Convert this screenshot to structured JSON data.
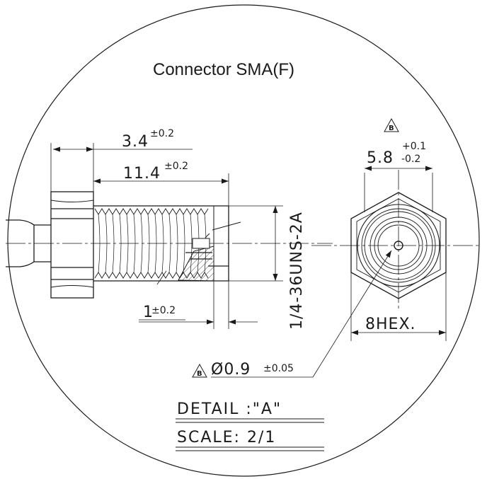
{
  "title": "Connector SMA(F)",
  "dimensions": {
    "d34": {
      "value": "3.4",
      "tol": "±0.2"
    },
    "d114": {
      "value": "11.4",
      "tol": "±0.2"
    },
    "d1": {
      "value": "1",
      "tol": "±0.2"
    },
    "thread": "1/4-36UNS-2A",
    "d58": {
      "value": "5.8",
      "tol_plus": "+0.1",
      "tol_minus": "-0.2"
    },
    "hex": "8HEX.",
    "pin": {
      "value": "Ø0.9",
      "tol": "±0.05"
    }
  },
  "datum_marks": {
    "top": "B",
    "pin": "B"
  },
  "detail": {
    "line1": "DETAIL :\"A\"",
    "line2": "SCALE: 2/1"
  },
  "colors": {
    "line": "#1a1a1a",
    "background": "#ffffff"
  }
}
